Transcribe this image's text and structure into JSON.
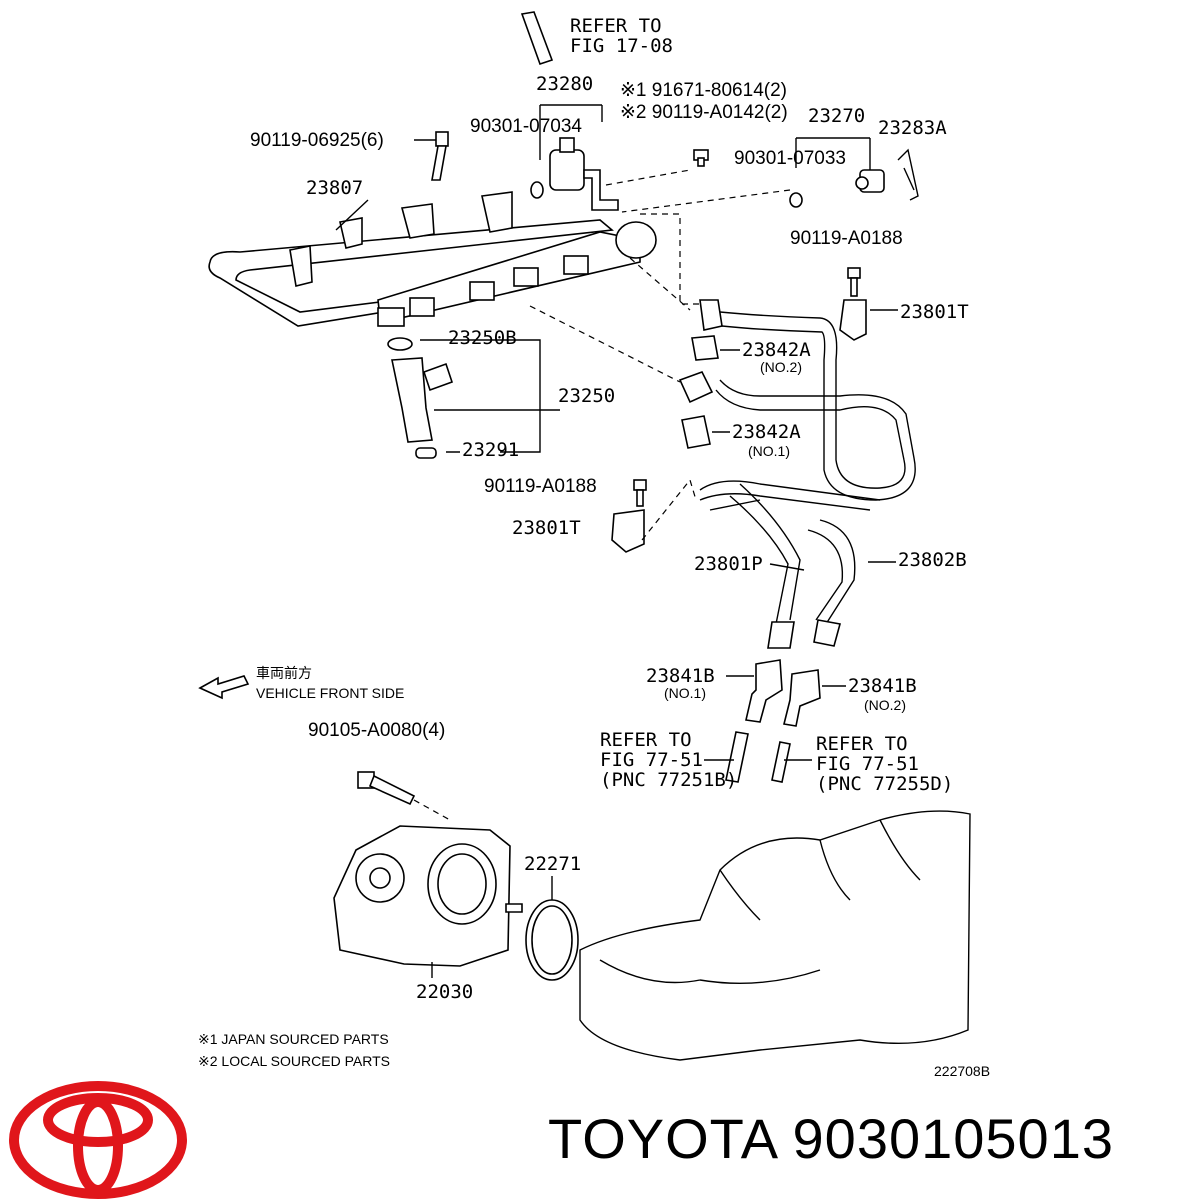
{
  "labels": {
    "refer_top_1": "REFER TO",
    "refer_top_2": "FIG 17-08",
    "p23280": "23280",
    "note_ref1": "※1 91671-80614(2)",
    "note_ref2": "※2 90119-A0142(2)",
    "p90119_06925": "90119-06925(6)",
    "p90301_07034": "90301-07034",
    "p23270": "23270",
    "p23283A": "23283A",
    "p90301_07033": "90301-07033",
    "p23807": "23807",
    "p90119_A0188_a": "90119-A0188",
    "p23801T_a": "23801T",
    "p23250B": "23250B",
    "p23842A_2": "23842A",
    "no2_a": "(NO.2)",
    "p23250": "23250",
    "p23842A_1": "23842A",
    "no1_a": "(NO.1)",
    "p23291": "23291",
    "p90119_A0188_b": "90119-A0188",
    "p23801T_b": "23801T",
    "p23801P": "23801P",
    "p23802B": "23802B",
    "front_jp": "車両前方",
    "front_en": "VEHICLE FRONT SIDE",
    "p23841B_1": "23841B",
    "no1_b": "(NO.1)",
    "p23841B_2": "23841B",
    "no2_b": "(NO.2)",
    "p90105": "90105-A0080(4)",
    "refer_l1": "REFER TO",
    "refer_l2": "FIG 77-51",
    "refer_l3": "(PNC 77251B)",
    "refer_r1": "REFER TO",
    "refer_r2": "FIG 77-51",
    "refer_r3": "(PNC 77255D)",
    "p22271": "22271",
    "p22030": "22030",
    "legend1": "※1 JAPAN SOURCED PARTS",
    "legend2": "※2 LOCAL SOURCED PARTS",
    "fig_code": "222708B"
  },
  "brand": {
    "text": "TOYOTA 9030105013",
    "logo_color": "#e0161b"
  }
}
